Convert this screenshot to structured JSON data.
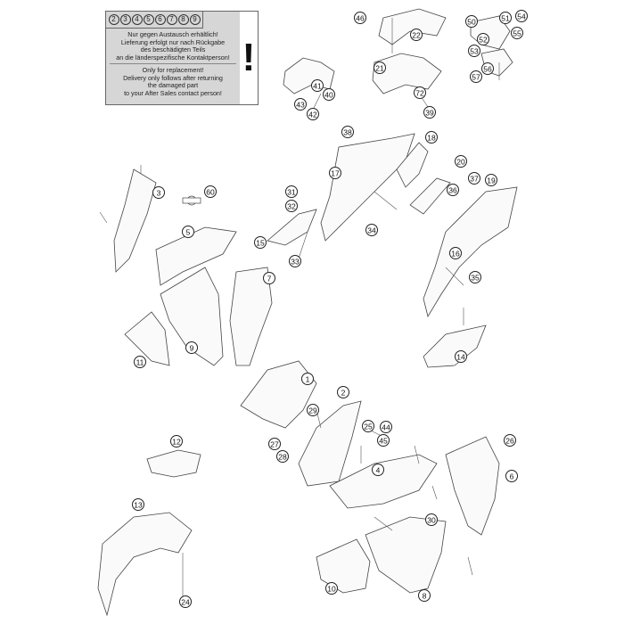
{
  "notice": {
    "numbers": [
      "2",
      "3",
      "4",
      "5",
      "6",
      "7",
      "8",
      "9"
    ],
    "german": "Nur gegen Austausch erhältlich!\nLieferung erfolgt nur nach Rückgabe\ndes beschädigten Teils\nan die länderspezifische Kontaktperson!",
    "english": "Only for replacement!\nDelivery only follows after returning\nthe damaged part\nto your After Sales contact person!",
    "mark": "!"
  },
  "callouts": [
    "1",
    "2",
    "3",
    "4",
    "5",
    "6",
    "7",
    "8",
    "9",
    "10",
    "11",
    "12",
    "13",
    "14",
    "15",
    "16",
    "17",
    "18",
    "19",
    "20",
    "21",
    "22",
    "24",
    "25",
    "26",
    "27",
    "28",
    "29",
    "30",
    "31",
    "32",
    "33",
    "34",
    "35",
    "36",
    "37",
    "38",
    "39",
    "40",
    "41",
    "42",
    "43",
    "44",
    "45",
    "46",
    "50",
    "51",
    "52",
    "53",
    "54",
    "55",
    "56",
    "57",
    "60",
    "72"
  ]
}
